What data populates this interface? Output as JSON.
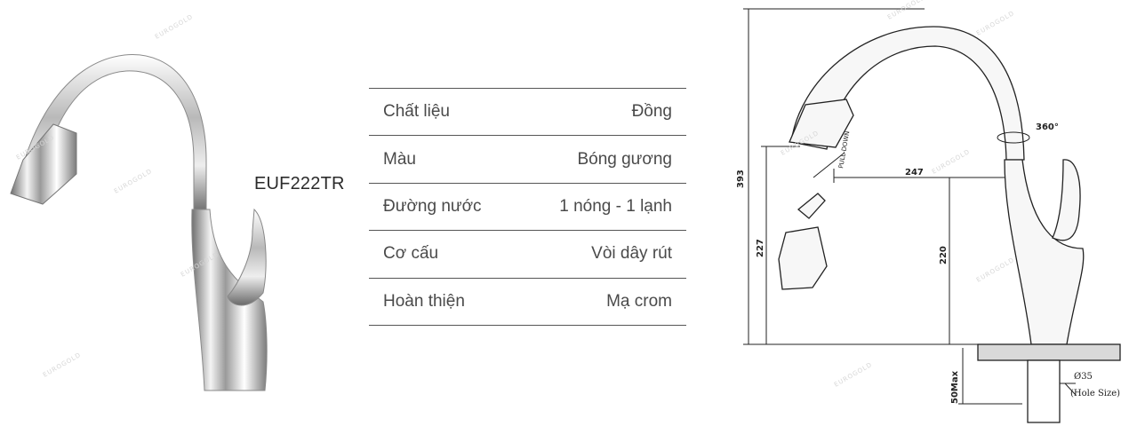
{
  "product": {
    "model": "EUF222TR",
    "watermark": "EUROGOLD"
  },
  "specs": [
    {
      "label": "Chất liệu",
      "value": "Đồng"
    },
    {
      "label": "Màu",
      "value": "Bóng gương"
    },
    {
      "label": "Đường nước",
      "value": "1 nóng - 1 lạnh"
    },
    {
      "label": "Cơ cấu",
      "value": "Vòi dây rút"
    },
    {
      "label": "Hoàn thiện",
      "value": "Mạ crom"
    }
  ],
  "drawing": {
    "height_total": "393",
    "height_spout": "227",
    "reach": "247",
    "height_body": "220",
    "rotation": "360°",
    "pull_label": "PULL-DOWN",
    "mount_thickness": "50Max",
    "hole_diameter": "Ø35",
    "hole_size_label": "(Hole Size)"
  }
}
